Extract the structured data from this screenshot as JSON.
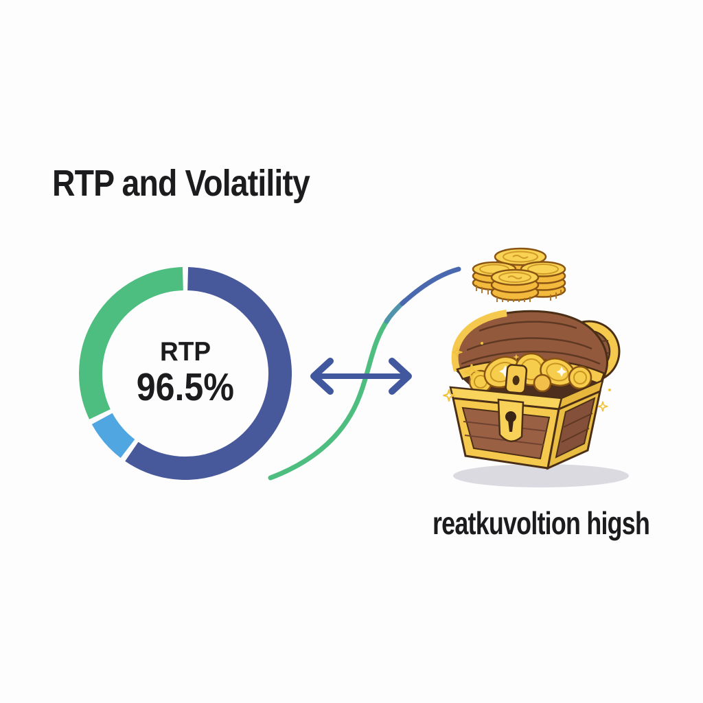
{
  "page": {
    "background": "#fdfdfd"
  },
  "title": {
    "text": "RTP and Volatility"
  },
  "chart_data": {
    "type": "pie",
    "variant": "donut",
    "title": "RTP and Volatility",
    "center_label": {
      "line1": "RTP",
      "line2": "96.5%"
    },
    "rtp_percent": 96.5,
    "segments": [
      {
        "name": "blue",
        "value": 60.0,
        "color": "#48599b"
      },
      {
        "name": "light-blue",
        "value": 7.5,
        "color": "#4fa6e0"
      },
      {
        "name": "green",
        "value": 32.5,
        "color": "#4dbd80"
      }
    ],
    "start_angle_deg": 0,
    "direction": "clockwise",
    "gap_deg": 3,
    "ring_outer_radius_px": 155,
    "ring_thickness_px": 34,
    "legend": "none"
  },
  "relationship": {
    "arrow_icon": "double-headed-arrow",
    "arrow_color": "#42589e",
    "curve_shape": "s-curve",
    "curve_green": "#4dbd80",
    "curve_blend": "#4f94ab",
    "curve_blue": "#4a68ad"
  },
  "caption": {
    "text": "reatkuvoltion higsh"
  },
  "illustrations": {
    "coin_stacks": {
      "name": "gold-coin-stacks",
      "coin_face": "#f9d254",
      "coin_edge": "#f3ba3e",
      "engraving": "#cf9a28",
      "outline": "#8a5513"
    },
    "treasure_chest": {
      "name": "open-treasure-chest",
      "wood": "#9a6044",
      "wood_dark": "#6f4130",
      "gold": "#f4c94e",
      "gold_light": "#fae68c",
      "gold_dark": "#e0ab33",
      "interior": "#4e2e1c",
      "sparkle": "#f0c23e",
      "shadow": "#dadae0"
    }
  }
}
